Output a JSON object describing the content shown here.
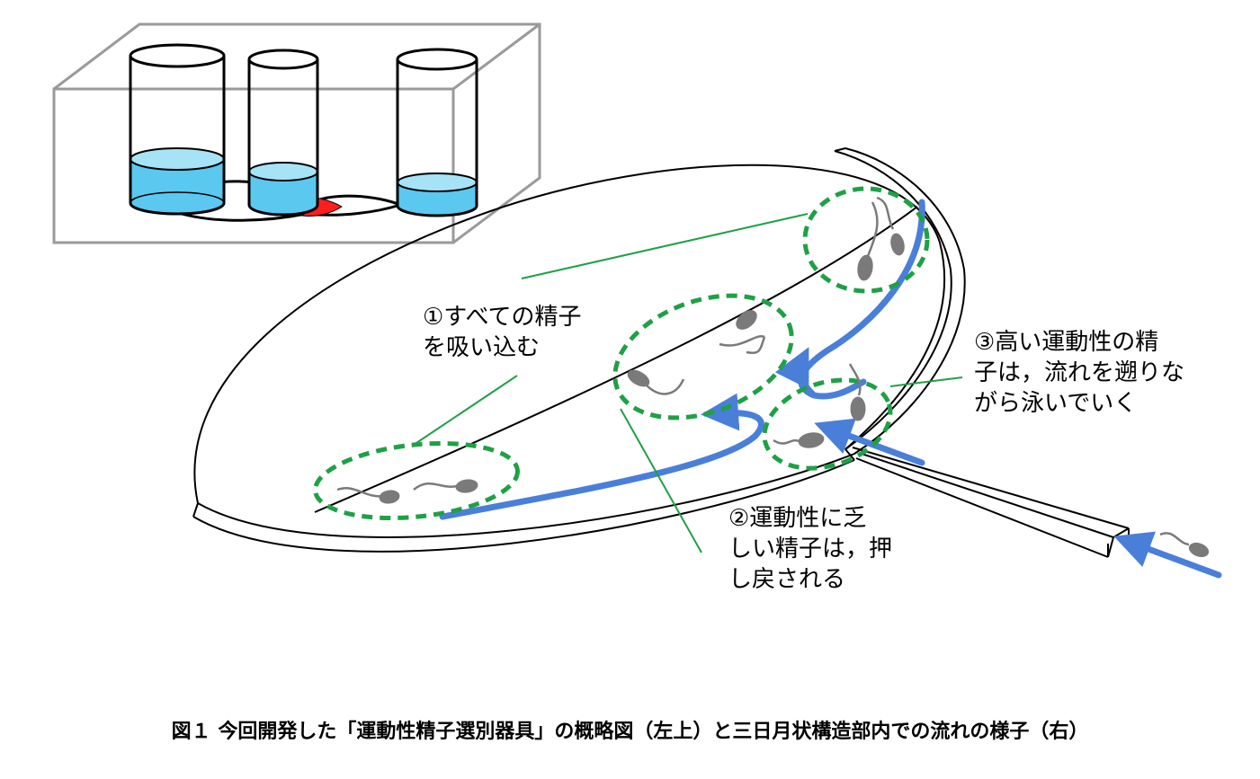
{
  "annotations": {
    "step1": {
      "line1": "①すべての精子",
      "line2": "を吸い込む"
    },
    "step2": {
      "line1": "②運動性に乏",
      "line2": "しい精子は，押",
      "line3": "し戻される"
    },
    "step3": {
      "line1": "③高い運動性の精",
      "line2": "子は，流れを遡りな",
      "line3": "がら泳いでいく"
    }
  },
  "caption": "図１ 今回開発した「運動性精子選別器具」の概略図（左上）と三日月状構造部内での流れの様子（右）",
  "colors": {
    "liquid": "#5bc8ef",
    "liquid_top": "#a7e3f7",
    "red_region": "#ff1e1e",
    "flow_arrow": "#4a7fd9",
    "dashed_circle": "#1fa046",
    "pointer_line": "#1fa046",
    "sperm": "#7a7a7a",
    "box_frame": "#9a9a9a"
  }
}
